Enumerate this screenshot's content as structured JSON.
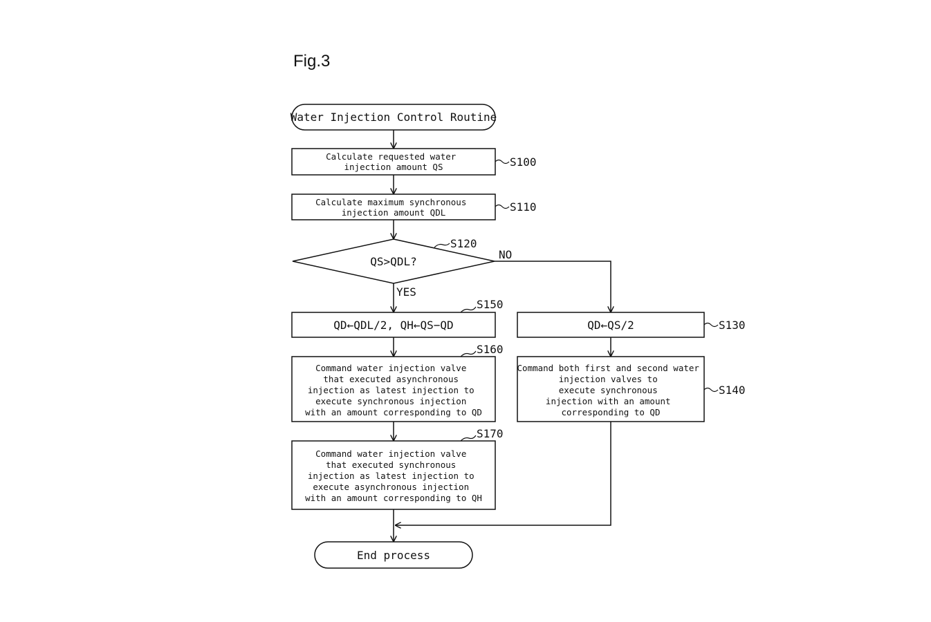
{
  "figure": {
    "title": "Fig.3"
  },
  "nodes": {
    "start": {
      "text": [
        "Water Injection Control Routine"
      ]
    },
    "s100": {
      "text": [
        "Calculate requested water",
        "injection amount QS"
      ],
      "step": "S100"
    },
    "s110": {
      "text": [
        "Calculate maximum synchronous",
        "injection amount QDL"
      ],
      "step": "S110"
    },
    "s120": {
      "text": [
        "QS>QDL?"
      ],
      "step": "S120"
    },
    "s150": {
      "text": [
        "QD←QDL/2, QH←QS−QD"
      ],
      "step": "S150"
    },
    "s130": {
      "text": [
        "QD←QS/2"
      ],
      "step": "S130"
    },
    "s160": {
      "text": [
        "Command water injection valve",
        "that executed asynchronous",
        "injection as latest injection to",
        "execute synchronous injection",
        "with an amount corresponding to QD"
      ],
      "step": "S160"
    },
    "s140": {
      "text": [
        "Command both first and second water",
        "injection valves to",
        "execute synchronous",
        "injection with an amount",
        "corresponding to QD"
      ],
      "step": "S140"
    },
    "s170": {
      "text": [
        "Command water injection valve",
        "that executed synchronous",
        "injection as latest injection to",
        "execute asynchronous injection",
        "with an amount corresponding to QH"
      ],
      "step": "S170"
    },
    "end": {
      "text": [
        "End process"
      ]
    }
  },
  "branches": {
    "yes": "YES",
    "no": "NO"
  }
}
